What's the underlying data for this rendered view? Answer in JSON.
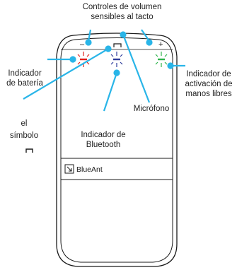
{
  "labels": {
    "volume_line1": "Controles de volumen",
    "volume_line2": "sensibles al tacto",
    "battery_line1": "Indicador",
    "battery_line2": "de batería",
    "handsfree_line1": "Indicador de",
    "handsfree_line2": "activación de",
    "handsfree_line3": "manos libres",
    "symbol_line1": "el",
    "symbol_line2": "símbolo",
    "microphone": "Micrófono",
    "bluetooth_line1": "Indicador de",
    "bluetooth_line2": "Bluetooth"
  },
  "device": {
    "minus_sign": "–",
    "plus_sign": "+",
    "brand": "BlueAnt"
  },
  "colors": {
    "accent_lines": "#29b5e8",
    "battery_led": "#e0201b",
    "bluetooth_led": "#2f3d9c",
    "handsfree_led": "#2db34a",
    "outline": "#1a1a1a"
  }
}
